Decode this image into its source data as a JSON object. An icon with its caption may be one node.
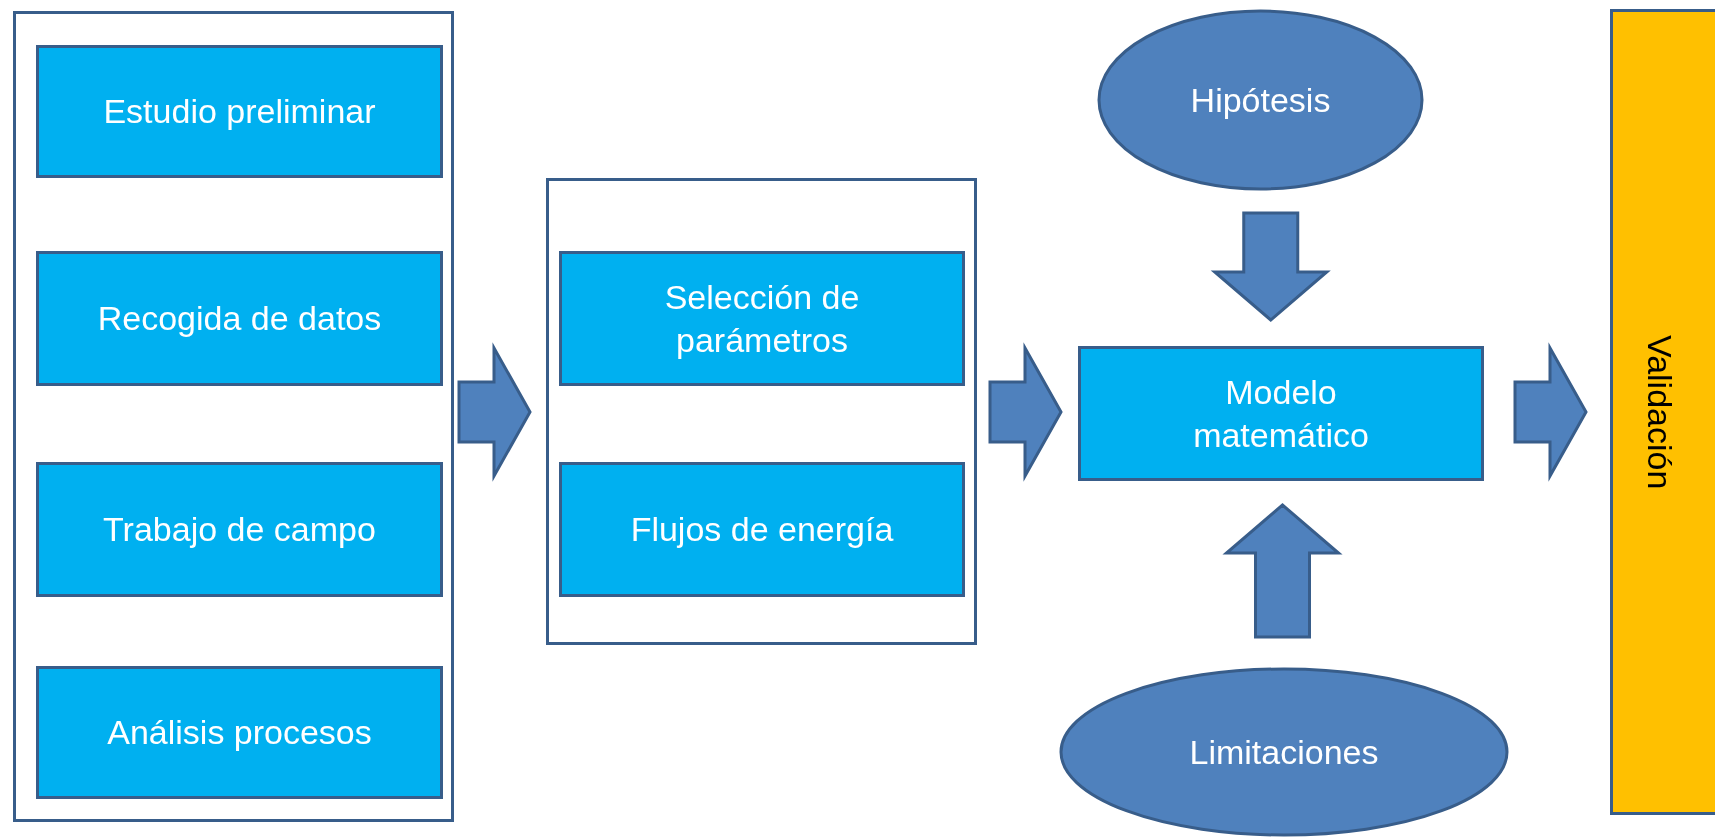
{
  "diagram": {
    "nodes": [
      {
        "text": [],
        "shape": "box"
      },
      {
        "text": [
          "Estudio preliminar"
        ],
        "in": 0
      },
      {
        "text": [
          "Recogida de datos"
        ],
        "in": 0
      },
      {
        "text": [
          "Trabajo de campo"
        ],
        "in": 0
      },
      {
        "text": [
          "Análisis procesos"
        ],
        "in": 0
      },
      {
        "text": [],
        "shape": "box"
      },
      {
        "text": [
          "Selección de parámetros"
        ],
        "in": 5
      },
      {
        "text": [
          "Flujos de energía"
        ],
        "in": 5
      },
      {
        "text": [
          "Hipótesis"
        ]
      },
      {
        "text": [
          "Modelo matemático"
        ]
      },
      {
        "text": [
          "Limitaciones"
        ]
      },
      {
        "text": [
          "Validación"
        ]
      }
    ],
    "edges": [
      {
        "from": 0,
        "to": 5,
        "arrow": "to"
      },
      {
        "from": 5,
        "to": 9,
        "arrow": "to"
      },
      {
        "from": 8,
        "to": 9,
        "arrow": "to"
      },
      {
        "from": 10,
        "to": 9,
        "arrow": "to"
      },
      {
        "from": 9,
        "to": 11,
        "arrow": "to"
      }
    ]
  }
}
